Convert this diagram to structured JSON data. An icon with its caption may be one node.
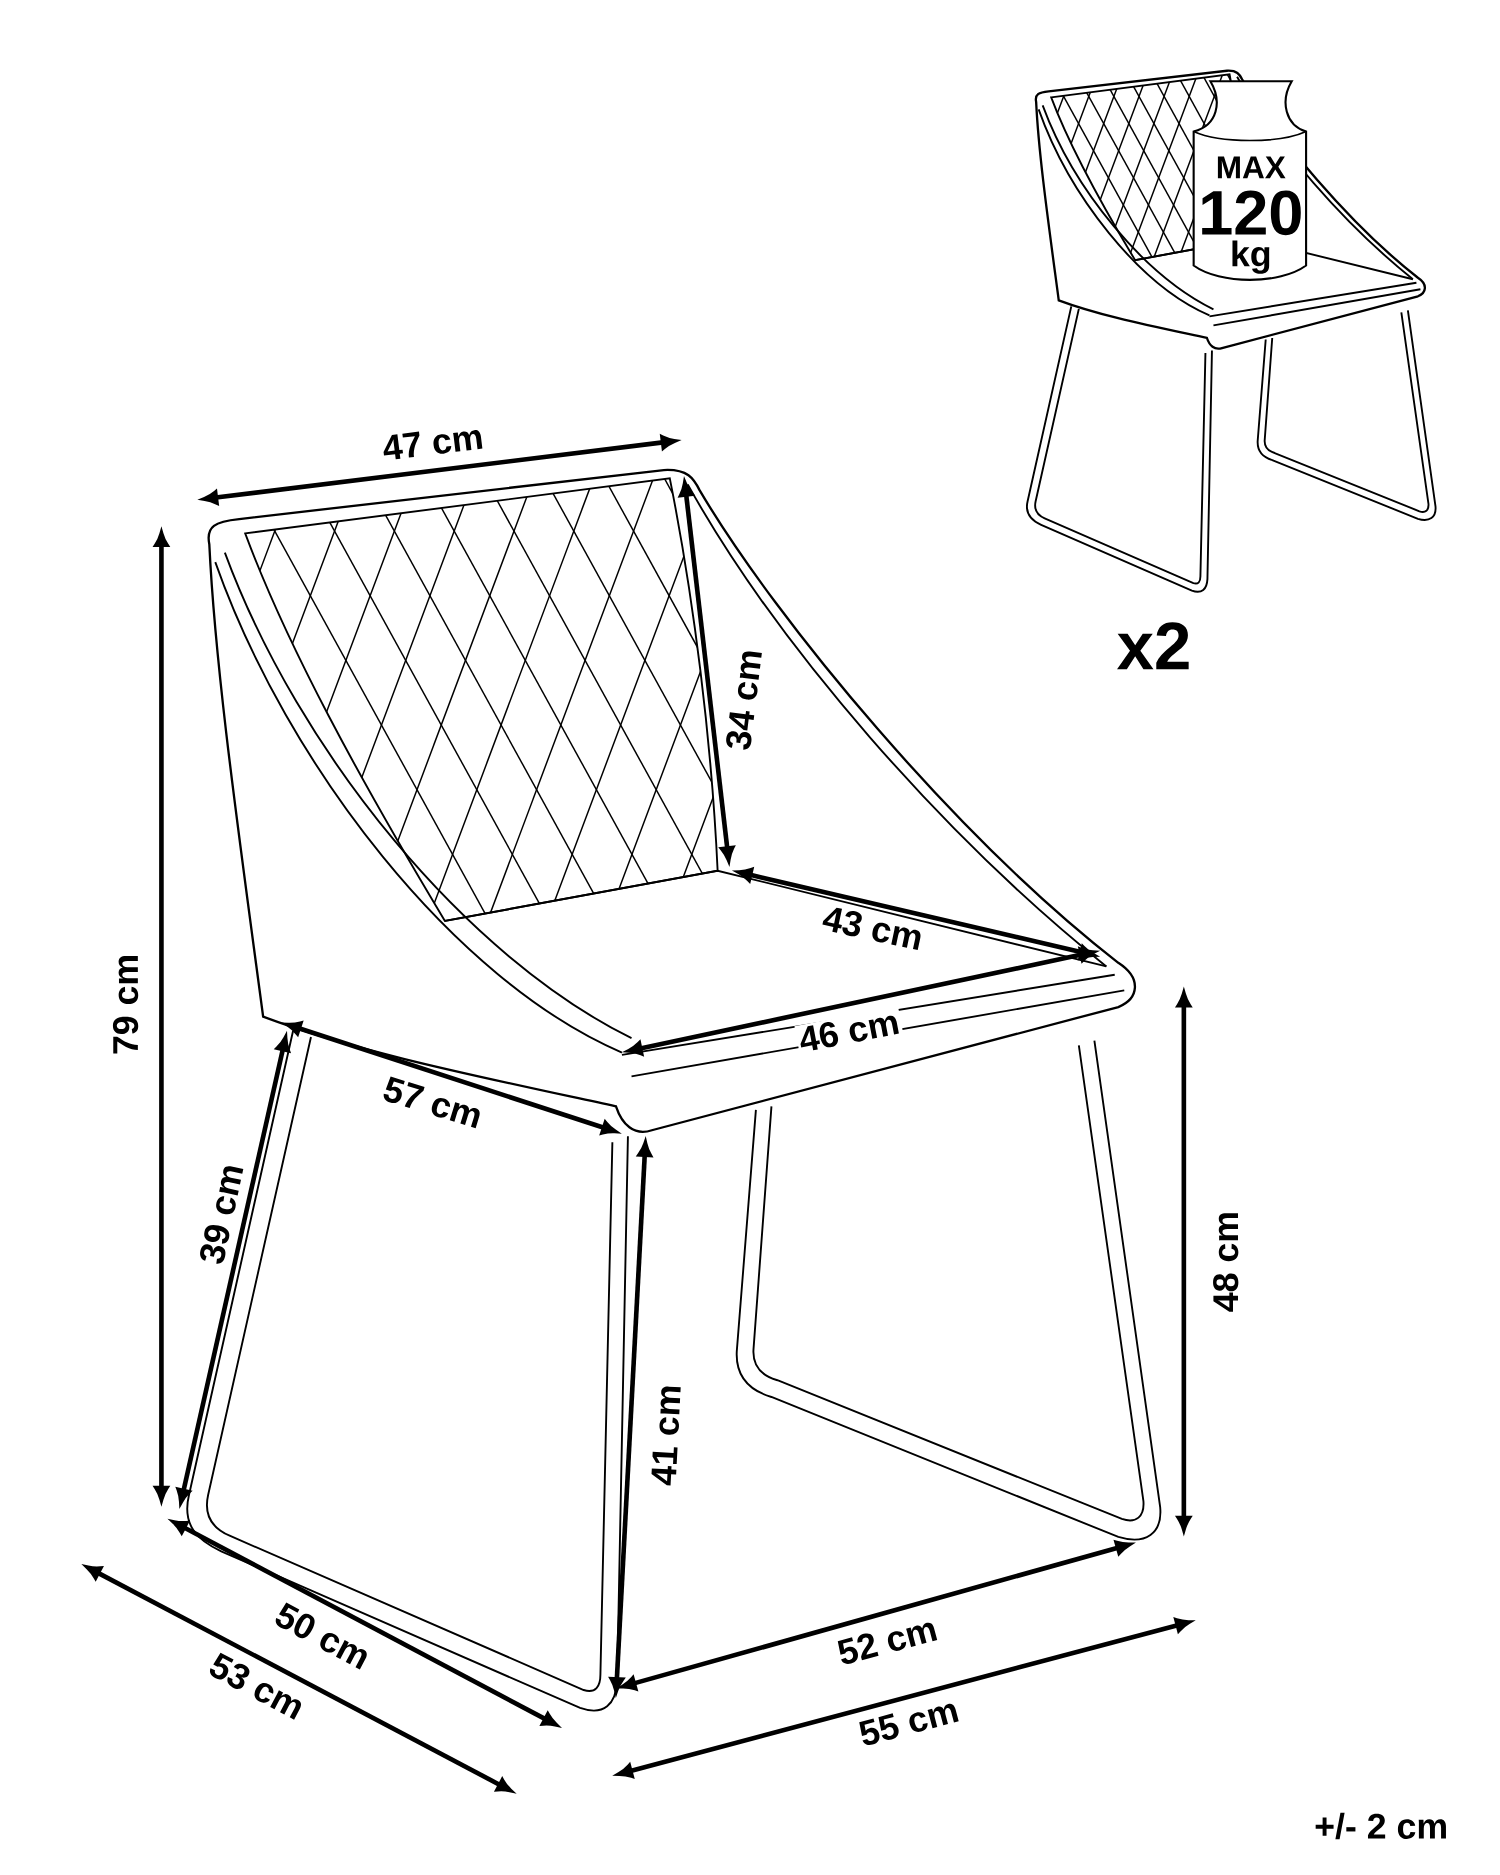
{
  "diagram": {
    "labels": [
      "47 cm",
      "MAX",
      "120",
      "kg",
      "x2",
      "34 cm",
      "79 cm",
      "43 cm",
      "46 cm",
      "57 cm",
      "39 cm",
      "48 cm",
      "41 cm",
      "50 cm",
      "52 cm",
      "53 cm",
      "55 cm",
      "+/- 2 cm"
    ]
  }
}
